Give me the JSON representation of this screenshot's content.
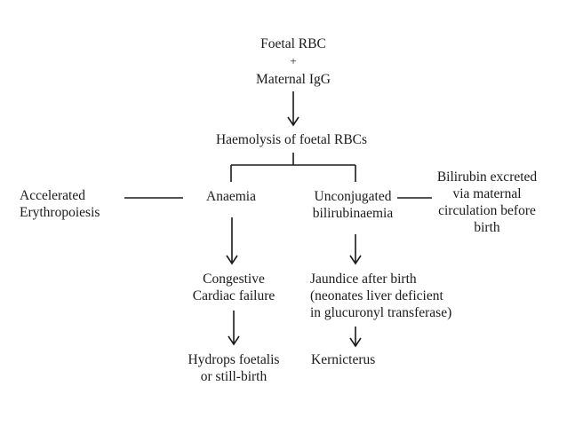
{
  "nodes": {
    "foetal_rbc": "Foetal RBC",
    "plus": "+",
    "maternal_igg": "Maternal IgG",
    "haemolysis": "Haemolysis of foetal RBCs",
    "anaemia": "Anaemia",
    "unconjugated_1": "Unconjugated",
    "unconjugated_2": "bilirubinaemia",
    "accelerated_1": "Accelerated",
    "accelerated_2": "Erythropoiesis",
    "bilirubin_1": "Bilirubin excreted",
    "bilirubin_2": "via maternal",
    "bilirubin_3": "circulation before",
    "bilirubin_4": "birth",
    "congestive_1": "Congestive",
    "congestive_2": "Cardiac failure",
    "jaundice_1": "Jaundice after birth",
    "jaundice_2": "(neonates liver deficient",
    "jaundice_3": "in glucuronyl transferase)",
    "hydrops_1": "Hydrops foetalis",
    "hydrops_2": "or still-birth",
    "kernicterus": "Kernicterus"
  }
}
